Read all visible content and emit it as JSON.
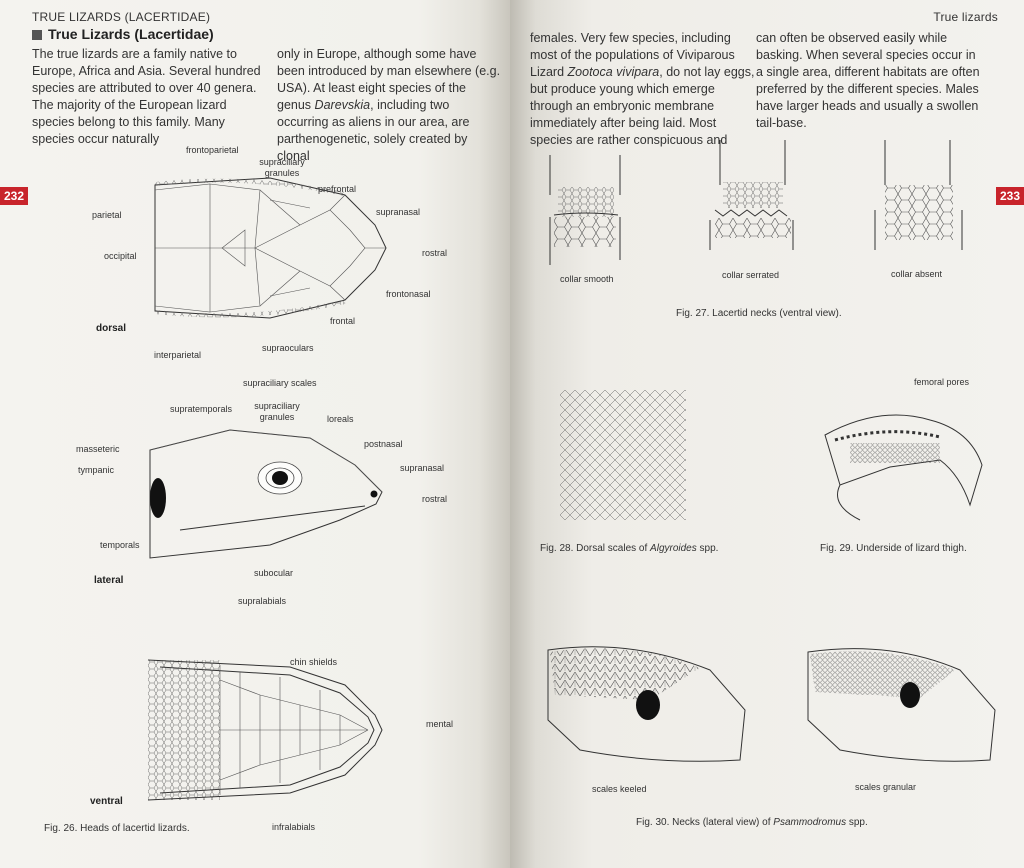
{
  "left_page": {
    "running_head": "TRUE LIZARDS (LACERTIDAE)",
    "page_number": "232",
    "section_title": "True Lizards (Lacertidae)",
    "col1_text": "The true lizards are a family native to Europe, Africa and Asia. Several hundred species are attributed to over 40 genera. The majority of the European lizard species belong to this family. Many species occur naturally",
    "col2_text_a": "only in Europe, although some have been introduced by man elsewhere (e.g. USA). At least eight species of the genus",
    "col2_genus": "Darevskia",
    "col2_text_b": ", including two occurring as aliens in our area, are parthenogenetic, solely created by clonal",
    "figure_26": {
      "caption": "Fig. 26. Heads of lacertid lizards.",
      "dorsal": {
        "view_label": "dorsal",
        "labels": [
          "frontoparietal",
          "supraciliary granules",
          "prefrontal",
          "supranasal",
          "parietal",
          "occipital",
          "rostral",
          "frontonasal",
          "frontal",
          "interparietal",
          "supraoculars"
        ]
      },
      "lateral": {
        "view_label": "lateral",
        "labels": [
          "supraciliary scales",
          "supratemporals",
          "supraciliary granules",
          "loreals",
          "postnasal",
          "masseteric",
          "supranasal",
          "tympanic",
          "rostral",
          "temporals",
          "subocular",
          "supralabials"
        ]
      },
      "ventral": {
        "view_label": "ventral",
        "labels": [
          "chin shields",
          "mental",
          "infralabials"
        ]
      }
    }
  },
  "right_page": {
    "running_head": "True lizards",
    "page_number": "233",
    "col1_text_a": "females. Very few species, including most of the populations of Viviparous Lizard",
    "col1_species": "Zootoca vivipara",
    "col1_text_b": ", do not lay eggs, but produce young which emerge through an embryonic membrane immediately after being laid. Most species are rather conspicuous and",
    "col2_text": "can often be observed easily while basking. When several species occur in a single area, different habitats are often preferred by the different species. Males have larger heads and usually a swollen tail-base.",
    "figure_27": {
      "caption": "Fig. 27. Lacertid necks (ventral view).",
      "labels": [
        "collar smooth",
        "collar serrated",
        "collar absent"
      ]
    },
    "figure_28": {
      "caption_prefix": "Fig. 28. Dorsal scales of",
      "caption_genus": "Algyroides",
      "caption_suffix": "spp."
    },
    "figure_29": {
      "caption": "Fig. 29. Underside of lizard thigh.",
      "label": "femoral pores"
    },
    "figure_30": {
      "caption_prefix": "Fig. 30. Necks (lateral view) of",
      "caption_genus": "Psammodromus",
      "caption_suffix": "spp.",
      "labels": [
        "scales keeled",
        "scales granular"
      ]
    }
  },
  "colors": {
    "tab": "#c8242b",
    "paper": "#f3f2ee",
    "ink": "#333333"
  }
}
